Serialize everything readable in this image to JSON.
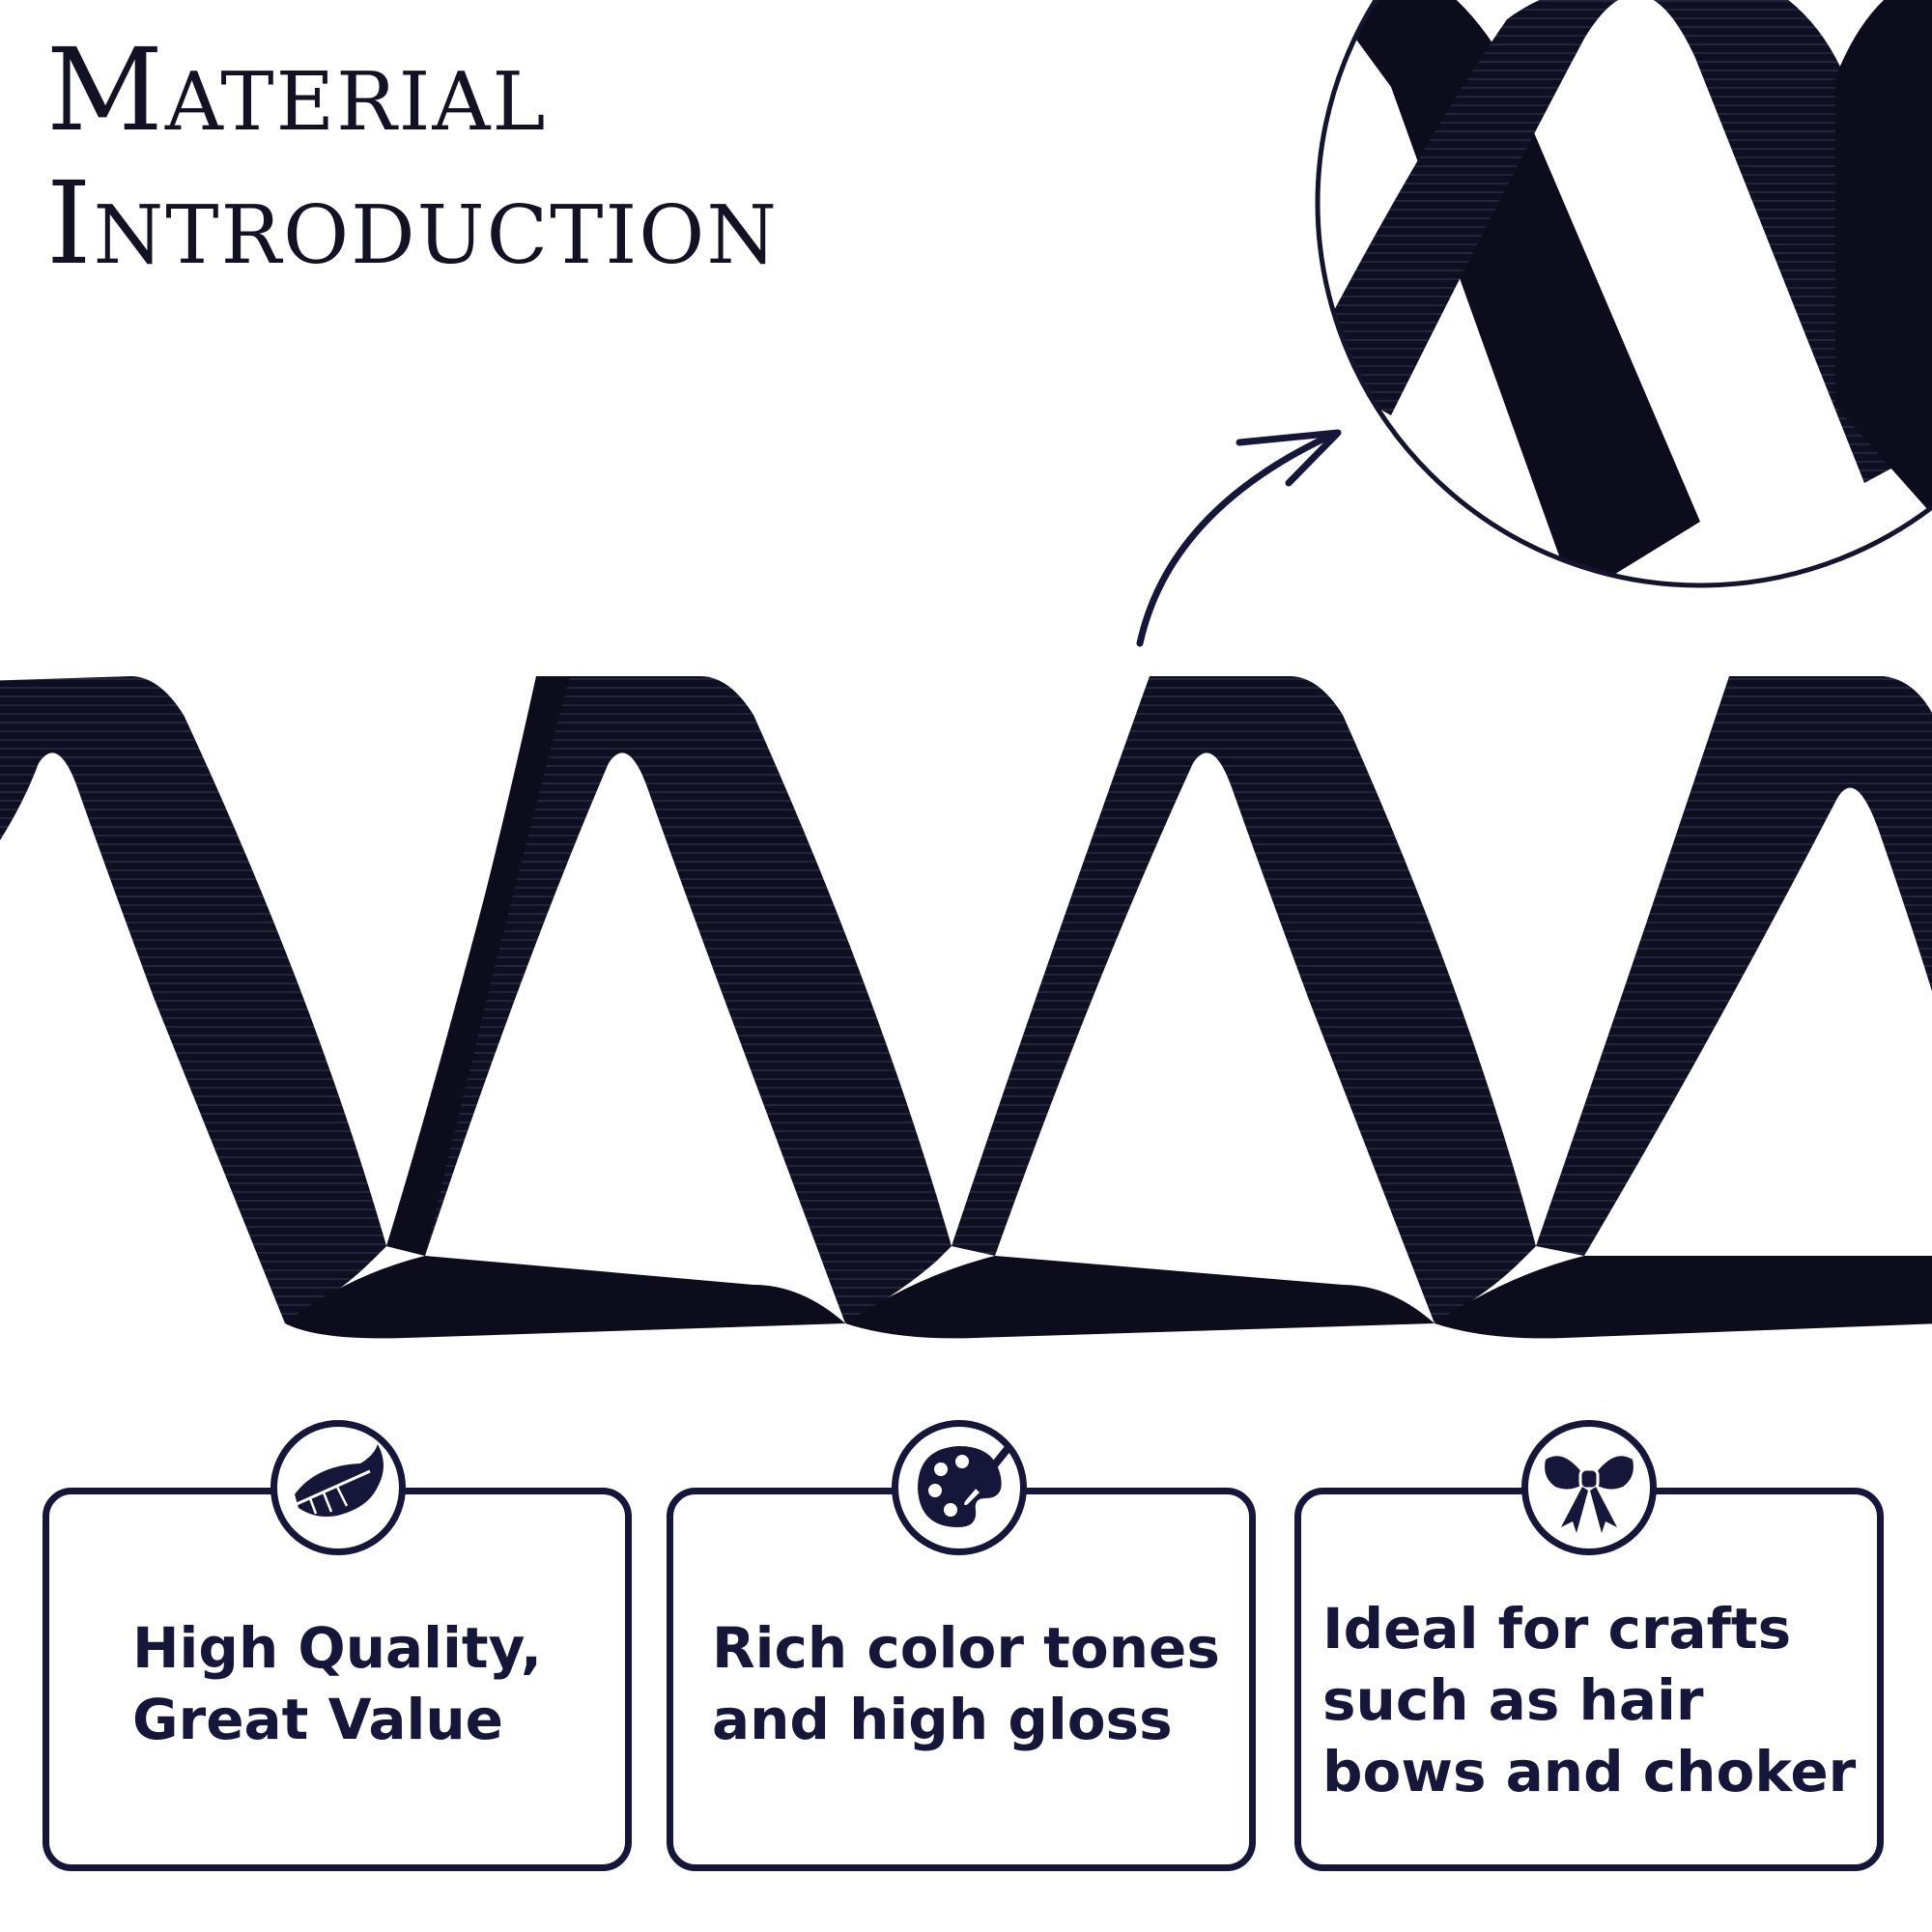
{
  "headline": {
    "line1": "Material",
    "line2": "Introduction"
  },
  "colors": {
    "ribbon": "#0f0f22",
    "accent": "#16163a",
    "background": "#ffffff"
  },
  "features": [
    {
      "icon": "feather-icon",
      "text": "High Quality,\nGreat Value"
    },
    {
      "icon": "palette-icon",
      "text": "Rich color tones\nand high gloss"
    },
    {
      "icon": "bow-icon",
      "text": "Ideal for crafts\nsuch as hair\nbows and choker"
    }
  ]
}
